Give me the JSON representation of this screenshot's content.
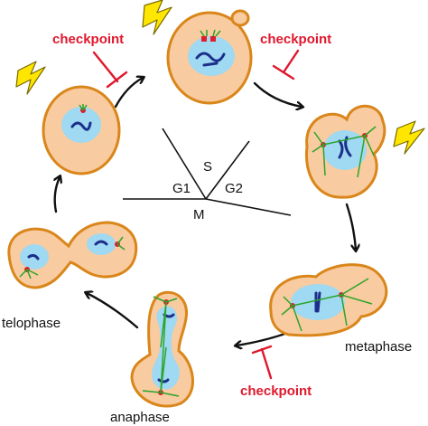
{
  "labels": {
    "checkpoint_1": "checkpoint",
    "checkpoint_2": "checkpoint",
    "checkpoint_3": "checkpoint",
    "phase_g1": "G1",
    "phase_s": "S",
    "phase_g2": "G2",
    "phase_m": "M",
    "stage_telophase": "telophase",
    "stage_metaphase": "metaphase",
    "stage_anaphase": "anaphase"
  },
  "colors": {
    "cell_fill": "#f9cba0",
    "cell_stroke": "#d9861a",
    "nucleus_fill": "#9fd9f2",
    "chromosome": "#1c2f8a",
    "spindle": "#2aa52a",
    "spindle_pole": "#e01c2d",
    "checkpoint_red": "#e0182d",
    "lightning": "#ffe600",
    "lightning_stroke": "#7a6a00",
    "arrow": "#111111"
  }
}
